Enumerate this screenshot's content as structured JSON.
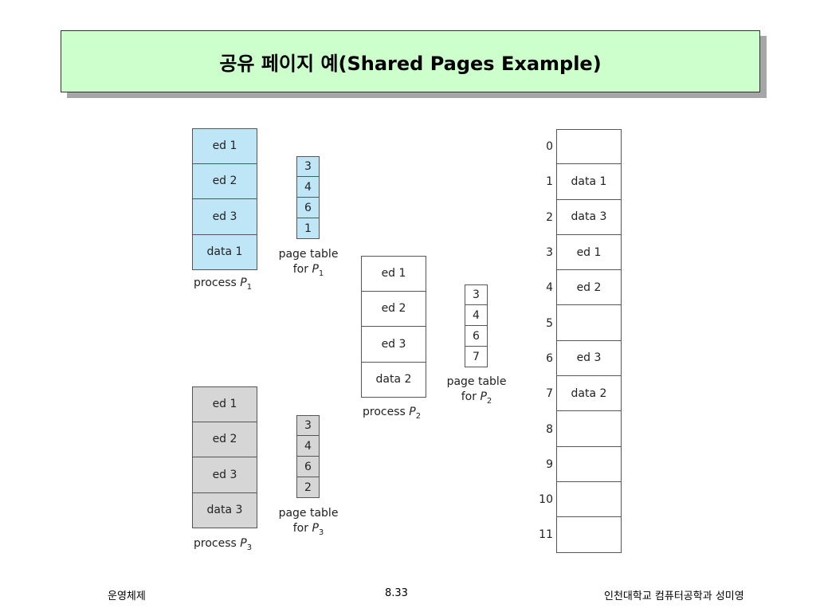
{
  "slide": {
    "title": "공유 페이지 예(Shared Pages Example)",
    "footer_left": "운영체제",
    "footer_center": "8.33",
    "footer_right": "인천대학교 컴퓨터공학과 성미영"
  },
  "diagram": {
    "process1": {
      "label_prefix": "process ",
      "var": "P",
      "sub": "1",
      "pages": [
        "ed 1",
        "ed 2",
        "ed 3",
        "data 1"
      ]
    },
    "process2": {
      "label_prefix": "process ",
      "var": "P",
      "sub": "2",
      "pages": [
        "ed 1",
        "ed 2",
        "ed 3",
        "data 2"
      ]
    },
    "process3": {
      "label_prefix": "process ",
      "var": "P",
      "sub": "3",
      "pages": [
        "ed 1",
        "ed 2",
        "ed 3",
        "data 3"
      ]
    },
    "pagetable1": {
      "line1": "page table",
      "line2_prefix": "for ",
      "var": "P",
      "sub": "1",
      "entries": [
        "3",
        "4",
        "6",
        "1"
      ]
    },
    "pagetable2": {
      "line1": "page table",
      "line2_prefix": "for ",
      "var": "P",
      "sub": "2",
      "entries": [
        "3",
        "4",
        "6",
        "7"
      ]
    },
    "pagetable3": {
      "line1": "page table",
      "line2_prefix": "for ",
      "var": "P",
      "sub": "3",
      "entries": [
        "3",
        "4",
        "6",
        "2"
      ]
    },
    "memory": {
      "frame_numbers": [
        "0",
        "1",
        "2",
        "3",
        "4",
        "5",
        "6",
        "7",
        "8",
        "9",
        "10",
        "11"
      ],
      "frames": [
        "",
        "data 1",
        "data 3",
        "ed 1",
        "ed 2",
        "",
        "ed 3",
        "data 2",
        "",
        "",
        "",
        ""
      ]
    },
    "colors": {
      "process1": "#bfe6f7",
      "process2": "#ffffff",
      "process3": "#d6d6d6",
      "title_bg": "#ccffcc"
    }
  }
}
